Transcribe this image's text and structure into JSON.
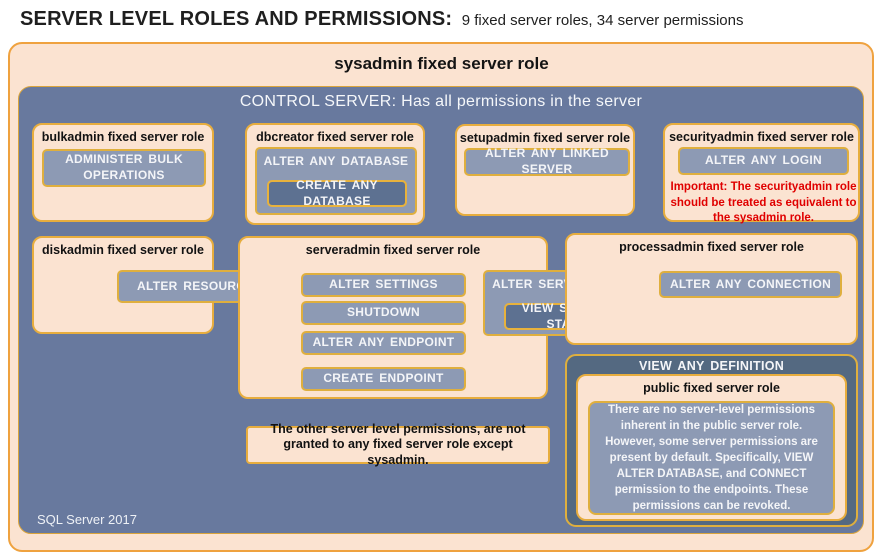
{
  "title": {
    "main": "SERVER LEVEL ROLES AND PERMISSIONS:",
    "sub": "9 fixed server roles, 34 server permissions"
  },
  "sysadmin": {
    "label": "sysadmin fixed server role"
  },
  "control": {
    "header": "CONTROL SERVER: Has all permissions in the server",
    "footer": "SQL Server 2017"
  },
  "roles": {
    "bulkadmin": {
      "title": "bulkadmin fixed server role",
      "permission": "ADMINISTER BULK OPERATIONS"
    },
    "dbcreator": {
      "title": "dbcreator fixed server role",
      "permission_outer": "ALTER ANY DATABASE",
      "permission_nested": "CREATE ANY DATABASE"
    },
    "setupadmin": {
      "title": "setupadmin fixed server role",
      "permission": "ALTER ANY LINKED SERVER"
    },
    "securityadmin": {
      "title": "securityadmin fixed server role",
      "permission": "ALTER ANY LOGIN",
      "warning": "Important: The securityadmin role should be treated as equivalent to the sysadmin role."
    },
    "diskadmin": {
      "title": "diskadmin fixed server role",
      "permission": "ALTER RESOURCES"
    },
    "serveradmin": {
      "title": "serveradmin fixed server role",
      "permissions": [
        "ALTER SETTINGS",
        "SHUTDOWN",
        "ALTER ANY ENDPOINT",
        "CREATE ENDPOINT"
      ],
      "permission_outer": "ALTER SERVER STATE",
      "permission_nested": "VIEW SERVER STATE"
    },
    "processadmin": {
      "title": "processadmin fixed server role",
      "permission": "ALTER ANY CONNECTION"
    }
  },
  "public_role": {
    "header_permission": "VIEW ANY DEFINITION",
    "title": "public fixed server role",
    "note": "There are no server-level permissions inherent in the public server role. However, some server permissions are present by default. Specifically, VIEW ALTER DATABASE, and CONNECT permission to the endpoints. These permissions can be revoked."
  },
  "note_box": {
    "text": "The other server level permissions, are not granted to any fixed server role except sysadmin."
  },
  "colors": {
    "peach": "#fbe3d1",
    "outer_border_orange": "#efa23f",
    "chip_border_gold": "#dfaf3e",
    "panel_blue": "#68799e",
    "chip_gray": "#8d9ab4",
    "chip_dark": "#5d7191",
    "definition_panel": "#546981",
    "warning_red": "#e00000"
  }
}
